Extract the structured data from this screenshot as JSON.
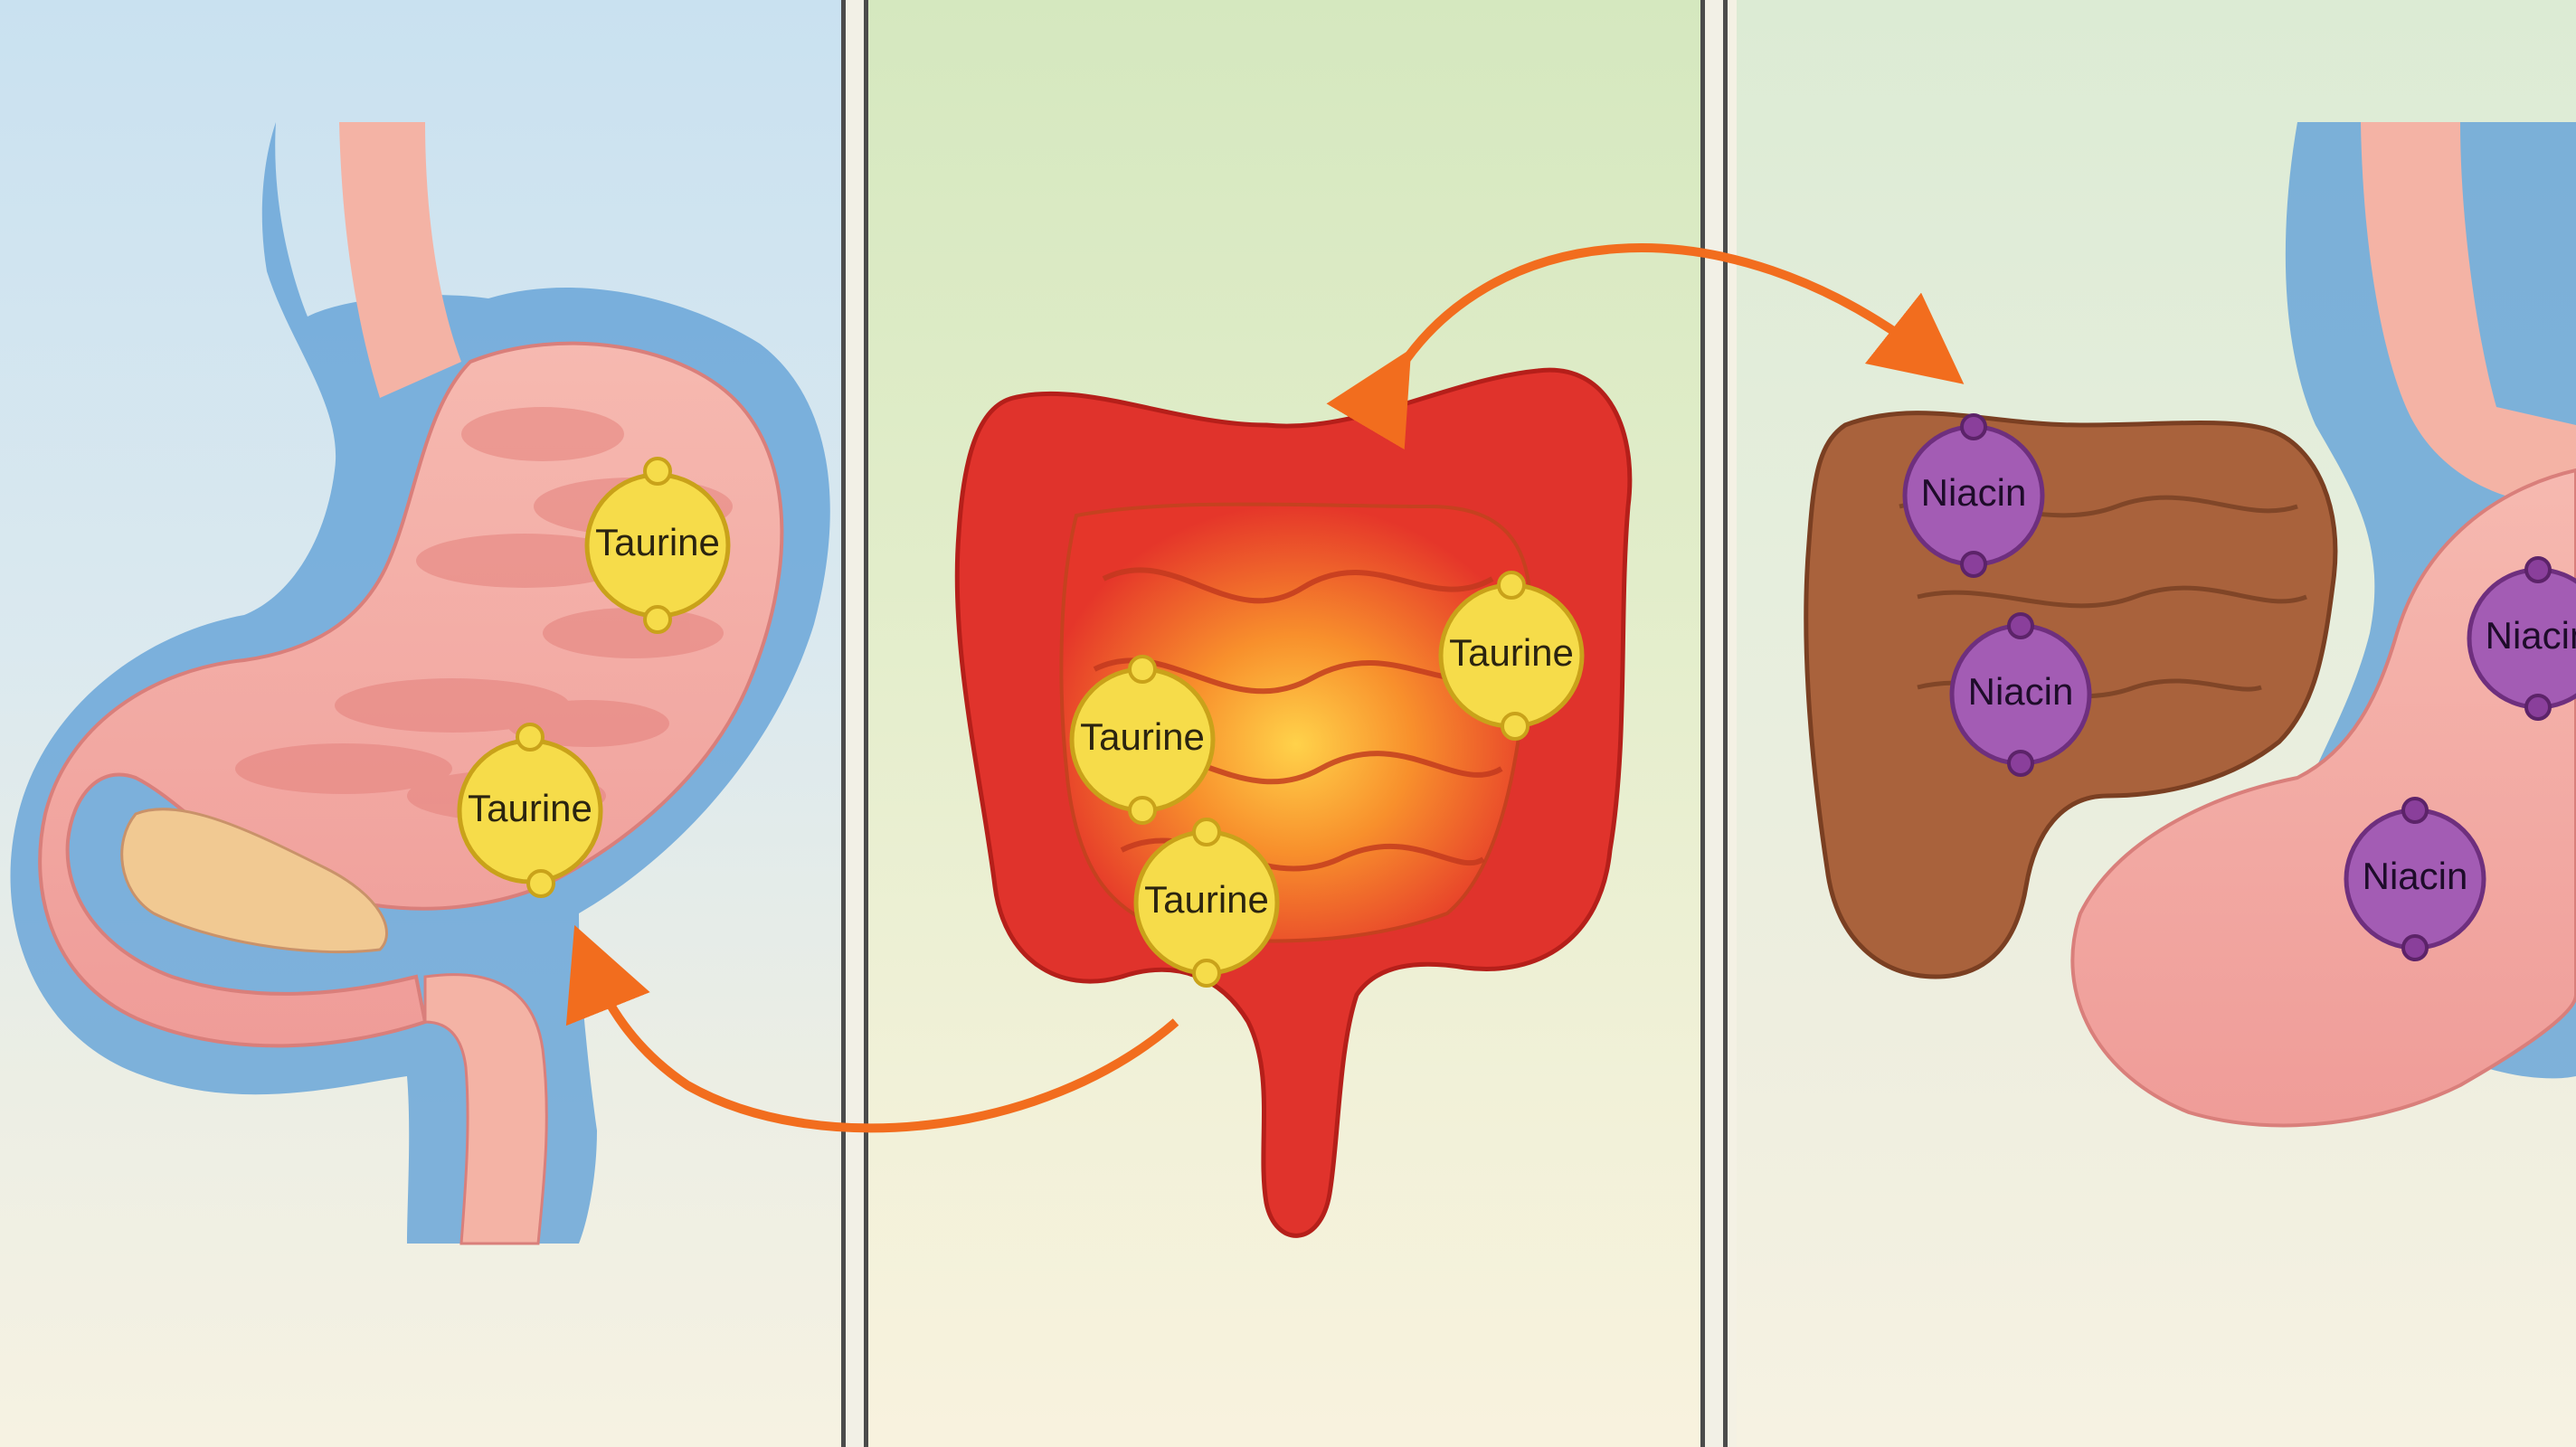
{
  "molecules": {
    "taurine": {
      "label": "Taurine",
      "fill": "#f6dc4a",
      "stroke": "#c9a21a"
    },
    "niacin": {
      "label": "Niacin",
      "fill": "#a35cb4",
      "stroke": "#6e2f7e"
    }
  },
  "labels": {
    "left_taurine_1": "Taurine",
    "left_taurine_2": "Taurine",
    "mid_taurine_1": "Taurine",
    "mid_taurine_2": "Taurine",
    "mid_taurine_3": "Taurine",
    "right_niacin_1": "Niacin",
    "right_niacin_2": "Niacin",
    "right_niacin_3": "Niacin",
    "right_niacin_4": "Niacin"
  },
  "colors": {
    "arrow": "#f26d1e",
    "stomach": "#f2a5a3",
    "stomach_lining": "#6aa6d8",
    "inflamed_colon": "#e0332c",
    "inflamed_core": "#f7a23a",
    "healthy_colon": "#a9623c",
    "divider": "#4b4b4b"
  }
}
